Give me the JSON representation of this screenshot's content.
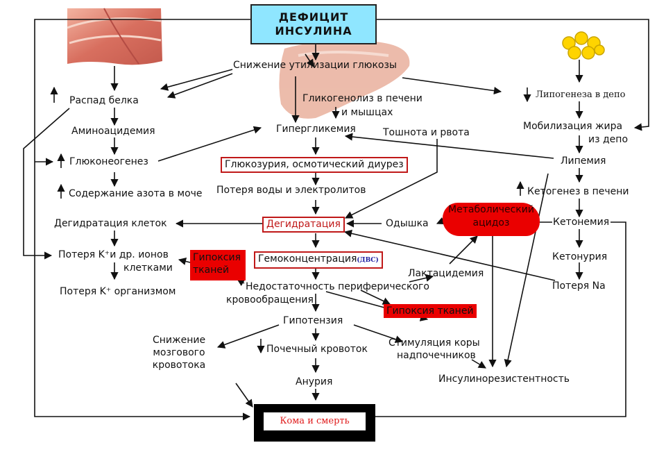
{
  "title_lines": [
    "ДЕФИЦИТ",
    "ИНСУЛИНА"
  ],
  "nodes": {
    "glucose_use": "Снижение утилизации глюкозы",
    "glycogenolysis_1": "Гликогенолиз в печени",
    "glycogenolysis_2": "и мышцах",
    "lipogenesis": "Липогенеза в депо",
    "protein": "Распад белка",
    "aminoacidemia": "Аминоацидемия",
    "gluconeogenesis": "Глюконеогенез",
    "nitrogen": "Содержание азота в моче",
    "hyperglycemia": "Гипергликемия",
    "nausea": "Тошнота и рвота",
    "fat_mob_1": "Мобилизация жира",
    "fat_mob_2": "из депо",
    "lipemia": "Липемия",
    "glucosuria": "Глюкозурия, осмотический диурез",
    "water_loss": "Потеря воды и электролитов",
    "ketogenesis": "Кетогенез в печени",
    "cell_dehydration": "Дегидратация клеток",
    "dehydration": "Дегидратация",
    "dyspnea": "Одышка",
    "acidosis_1": "Метаболический",
    "acidosis_2": "ацидоз",
    "ketonemia": "Кетонемия",
    "k_loss_cells_1": "Потеря K⁺и др. ионов",
    "k_loss_cells_2": "клетками",
    "hypoxia_left_1": "Гипоксия",
    "hypoxia_left_2": "тканей",
    "hemoconc": "Гемоконцентрация",
    "dvs": "(ДВС)",
    "ketonuria": "Кетонурия",
    "k_loss_org": "Потеря K⁺ организмом",
    "perif_1": "Недостаточность периферического",
    "perif_2": "кровообращения",
    "lactacidemia": "Лактацидемия",
    "na_loss": "Потеря Na",
    "hypoxia_right": "Гипоксия тканей",
    "hypotension": "Гипотензия",
    "brain_1": "Снижение",
    "brain_2": "мозгового",
    "brain_3": "кровотока",
    "renal": "Почечный кровоток",
    "adrenal_1": "Стимуляция коры",
    "adrenal_2": "надпочечников",
    "anuria": "Анурия",
    "insulin_res": "Инсулинорезистентность",
    "coma": "Кома и смерть"
  },
  "colors": {
    "title_fill": "#8fe6ff",
    "alert_fill": "#ea0000",
    "box_border": "#c01818",
    "coma_text": "#e01a1a",
    "dvs_text": "#1a1aa0"
  },
  "images": [
    "muscle-illustration",
    "liver-illustration",
    "fat-cells-illustration"
  ]
}
